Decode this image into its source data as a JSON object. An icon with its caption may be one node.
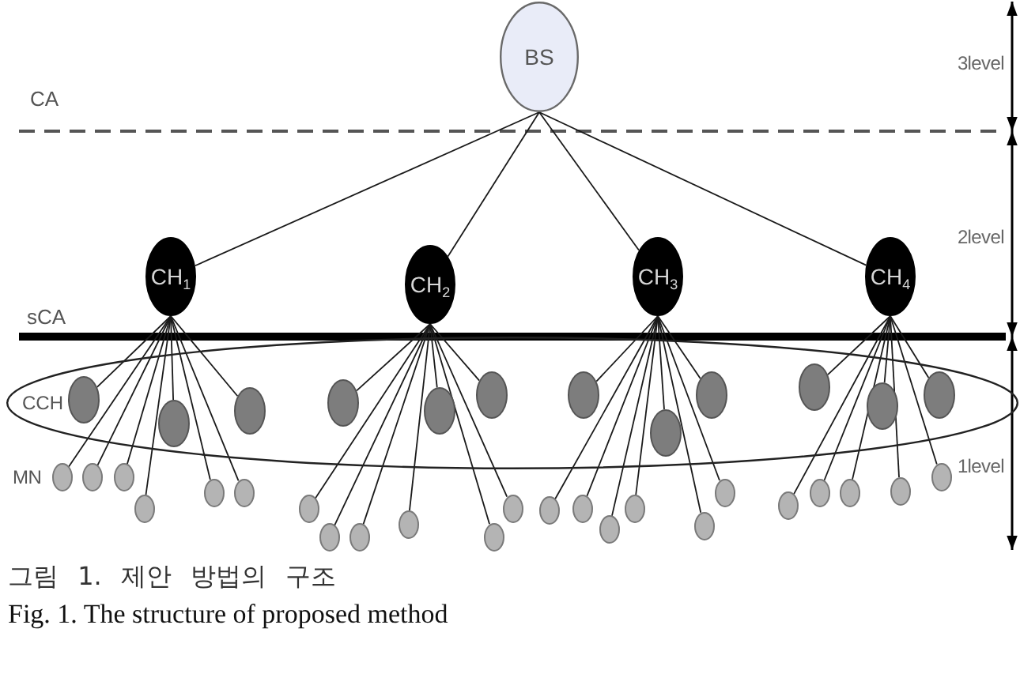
{
  "diagram": {
    "caption": "그림 1. 제안 방법의 구조",
    "nodes": [
      {
        "text": [
          "BS"
        ]
      },
      {
        "text": [
          "CH$_{1}$"
        ]
      },
      {
        "text": [
          "CH$_{2}$"
        ]
      },
      {
        "text": [
          "CH$_{3}$"
        ]
      },
      {
        "text": [
          "CH$_{4}$"
        ]
      },
      {
        "text": [
          "CCH"
        ]
      },
      {
        "text": [],
        "shape": "circle",
        "in": 5
      },
      {
        "text": [],
        "shape": "circle",
        "in": 5
      },
      {
        "text": [],
        "shape": "circle",
        "in": 5
      },
      {
        "text": [],
        "shape": "circle",
        "in": 5
      },
      {
        "text": [],
        "shape": "circle",
        "in": 5
      },
      {
        "text": [],
        "shape": "circle",
        "in": 5
      },
      {
        "text": [],
        "shape": "circle",
        "in": 5
      },
      {
        "text": [],
        "shape": "circle",
        "in": 5
      },
      {
        "text": [],
        "shape": "circle",
        "in": 5
      },
      {
        "text": [],
        "shape": "circle",
        "in": 5
      },
      {
        "text": [],
        "shape": "circle",
        "in": 5
      },
      {
        "text": [],
        "shape": "circle",
        "in": 5
      },
      {
        "text": [],
        "shape": "circle"
      },
      {
        "text": [],
        "shape": "circle"
      },
      {
        "text": [],
        "shape": "circle"
      },
      {
        "text": [],
        "shape": "circle"
      },
      {
        "text": [],
        "shape": "circle"
      },
      {
        "text": [],
        "shape": "circle"
      },
      {
        "text": [],
        "shape": "circle"
      },
      {
        "text": [],
        "shape": "circle"
      },
      {
        "text": [],
        "shape": "circle"
      },
      {
        "text": [],
        "shape": "circle"
      },
      {
        "text": [],
        "shape": "circle"
      },
      {
        "text": [],
        "shape": "circle"
      },
      {
        "text": [],
        "shape": "circle"
      },
      {
        "text": [],
        "shape": "circle"
      },
      {
        "text": [],
        "shape": "circle"
      },
      {
        "text": [],
        "shape": "circle"
      },
      {
        "text": [],
        "shape": "circle"
      },
      {
        "text": [],
        "shape": "circle"
      },
      {
        "text": [],
        "shape": "circle"
      },
      {
        "text": [],
        "shape": "circle"
      },
      {
        "text": [],
        "shape": "circle"
      },
      {
        "text": [],
        "shape": "circle"
      },
      {
        "text": [],
        "shape": "circle"
      }
    ],
    "edges": [
      {
        "from": 0,
        "to": 1,
        "arrow": "none"
      },
      {
        "from": 0,
        "to": 2,
        "arrow": "none"
      },
      {
        "from": 0,
        "to": 3,
        "arrow": "none"
      },
      {
        "from": 0,
        "to": 4,
        "arrow": "none"
      },
      {
        "from": 1,
        "to": 6,
        "arrow": "none"
      },
      {
        "from": 1,
        "to": 7,
        "arrow": "none"
      },
      {
        "from": 1,
        "to": 8,
        "arrow": "none"
      },
      {
        "from": 1,
        "to": 18,
        "arrow": "none"
      },
      {
        "from": 1,
        "to": 19,
        "arrow": "none"
      },
      {
        "from": 1,
        "to": 20,
        "arrow": "none"
      },
      {
        "from": 1,
        "to": 21,
        "arrow": "none"
      },
      {
        "from": 1,
        "to": 22,
        "arrow": "none"
      },
      {
        "from": 1,
        "to": 23,
        "arrow": "none"
      },
      {
        "from": 2,
        "to": 9,
        "arrow": "none"
      },
      {
        "from": 2,
        "to": 10,
        "arrow": "none"
      },
      {
        "from": 2,
        "to": 11,
        "arrow": "none"
      },
      {
        "from": 2,
        "to": 24,
        "arrow": "none"
      },
      {
        "from": 2,
        "to": 25,
        "arrow": "none"
      },
      {
        "from": 2,
        "to": 26,
        "arrow": "none"
      },
      {
        "from": 2,
        "to": 27,
        "arrow": "none"
      },
      {
        "from": 2,
        "to": 28,
        "arrow": "none"
      },
      {
        "from": 2,
        "to": 29,
        "arrow": "none"
      },
      {
        "from": 3,
        "to": 12,
        "arrow": "none"
      },
      {
        "from": 3,
        "to": 13,
        "arrow": "none"
      },
      {
        "from": 3,
        "to": 14,
        "arrow": "none"
      },
      {
        "from": 3,
        "to": 30,
        "arrow": "none"
      },
      {
        "from": 3,
        "to": 31,
        "arrow": "none"
      },
      {
        "from": 3,
        "to": 32,
        "arrow": "none"
      },
      {
        "from": 3,
        "to": 33,
        "arrow": "none"
      },
      {
        "from": 3,
        "to": 34,
        "arrow": "none"
      },
      {
        "from": 3,
        "to": 35,
        "arrow": "none"
      },
      {
        "from": 4,
        "to": 15,
        "arrow": "none"
      },
      {
        "from": 4,
        "to": 16,
        "arrow": "none"
      },
      {
        "from": 4,
        "to": 17,
        "arrow": "none"
      },
      {
        "from": 4,
        "to": 36,
        "arrow": "none"
      },
      {
        "from": 4,
        "to": 37,
        "arrow": "none"
      },
      {
        "from": 4,
        "to": 38,
        "arrow": "none"
      },
      {
        "from": 4,
        "to": 39,
        "arrow": "none"
      },
      {
        "from": 4,
        "to": 40,
        "arrow": "none"
      }
    ],
    "labels": [
      "3level",
      "CA",
      "2level",
      "sCA",
      "MN",
      "1level",
      "Fig. 1. The structure of proposed method"
    ]
  }
}
